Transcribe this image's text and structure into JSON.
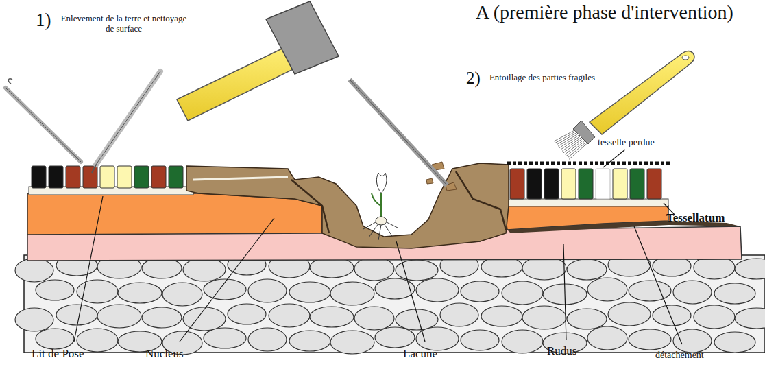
{
  "diagram": {
    "title": "A (première phase d'intervention)",
    "labels": [
      "1)",
      "Enlevement de la terre et nettoyage de surface",
      "2)",
      "Entoillage des parties fragiles",
      "tesselle perdue",
      "Tessellatum",
      "Lit de Pose",
      "Nucleus",
      "Lacune",
      "Rudus",
      "détachement"
    ]
  }
}
